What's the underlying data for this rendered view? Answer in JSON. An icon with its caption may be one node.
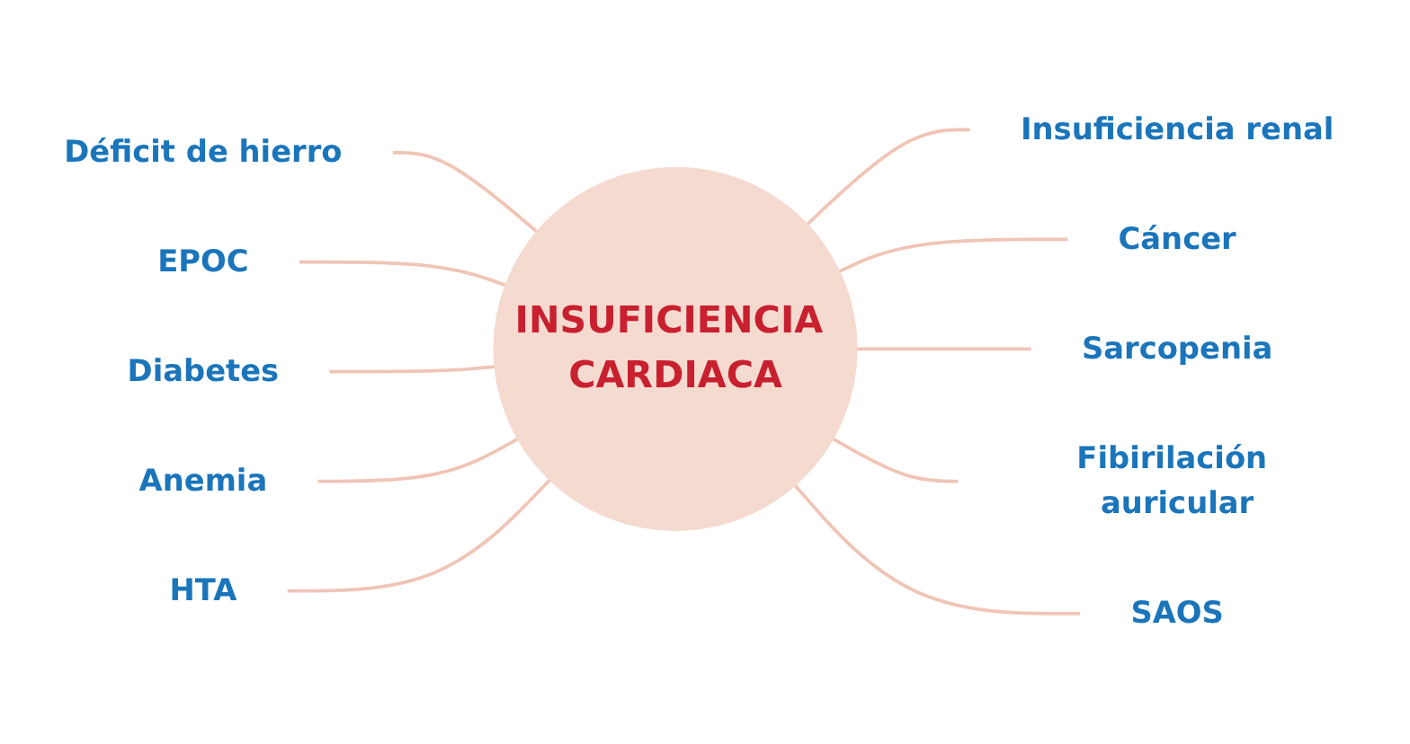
{
  "diagram": {
    "nodes": [
      {
        "text": [
          "INSUFICIENCIA CARDIACA"
        ]
      },
      {
        "text": [
          "Déficit de hierro"
        ]
      },
      {
        "text": [
          "Insuficiencia renal"
        ]
      },
      {
        "text": [
          "EPOC"
        ]
      },
      {
        "text": [
          "Cáncer"
        ]
      },
      {
        "text": [
          "Diabetes"
        ]
      },
      {
        "text": [
          "Sarcopenia"
        ]
      },
      {
        "text": [
          "Anemia"
        ]
      },
      {
        "text": [
          "Fibirilación auricular"
        ]
      },
      {
        "text": [
          "HTA"
        ]
      },
      {
        "text": [
          "SAOS"
        ]
      }
    ],
    "edges": [
      {
        "from": 1,
        "to": 0,
        "arrow": "none"
      },
      {
        "from": 0,
        "to": 2,
        "arrow": "none"
      },
      {
        "from": 3,
        "to": 0,
        "arrow": "none"
      },
      {
        "from": 0,
        "to": 4,
        "arrow": "none"
      },
      {
        "from": 5,
        "to": 0,
        "arrow": "none"
      },
      {
        "from": 0,
        "to": 6,
        "arrow": "none"
      },
      {
        "from": 7,
        "to": 0,
        "arrow": "none"
      },
      {
        "from": 0,
        "to": 8,
        "arrow": "none"
      },
      {
        "from": 9,
        "to": 0,
        "arrow": "none"
      },
      {
        "from": 0,
        "to": 10,
        "arrow": "none"
      }
    ]
  }
}
